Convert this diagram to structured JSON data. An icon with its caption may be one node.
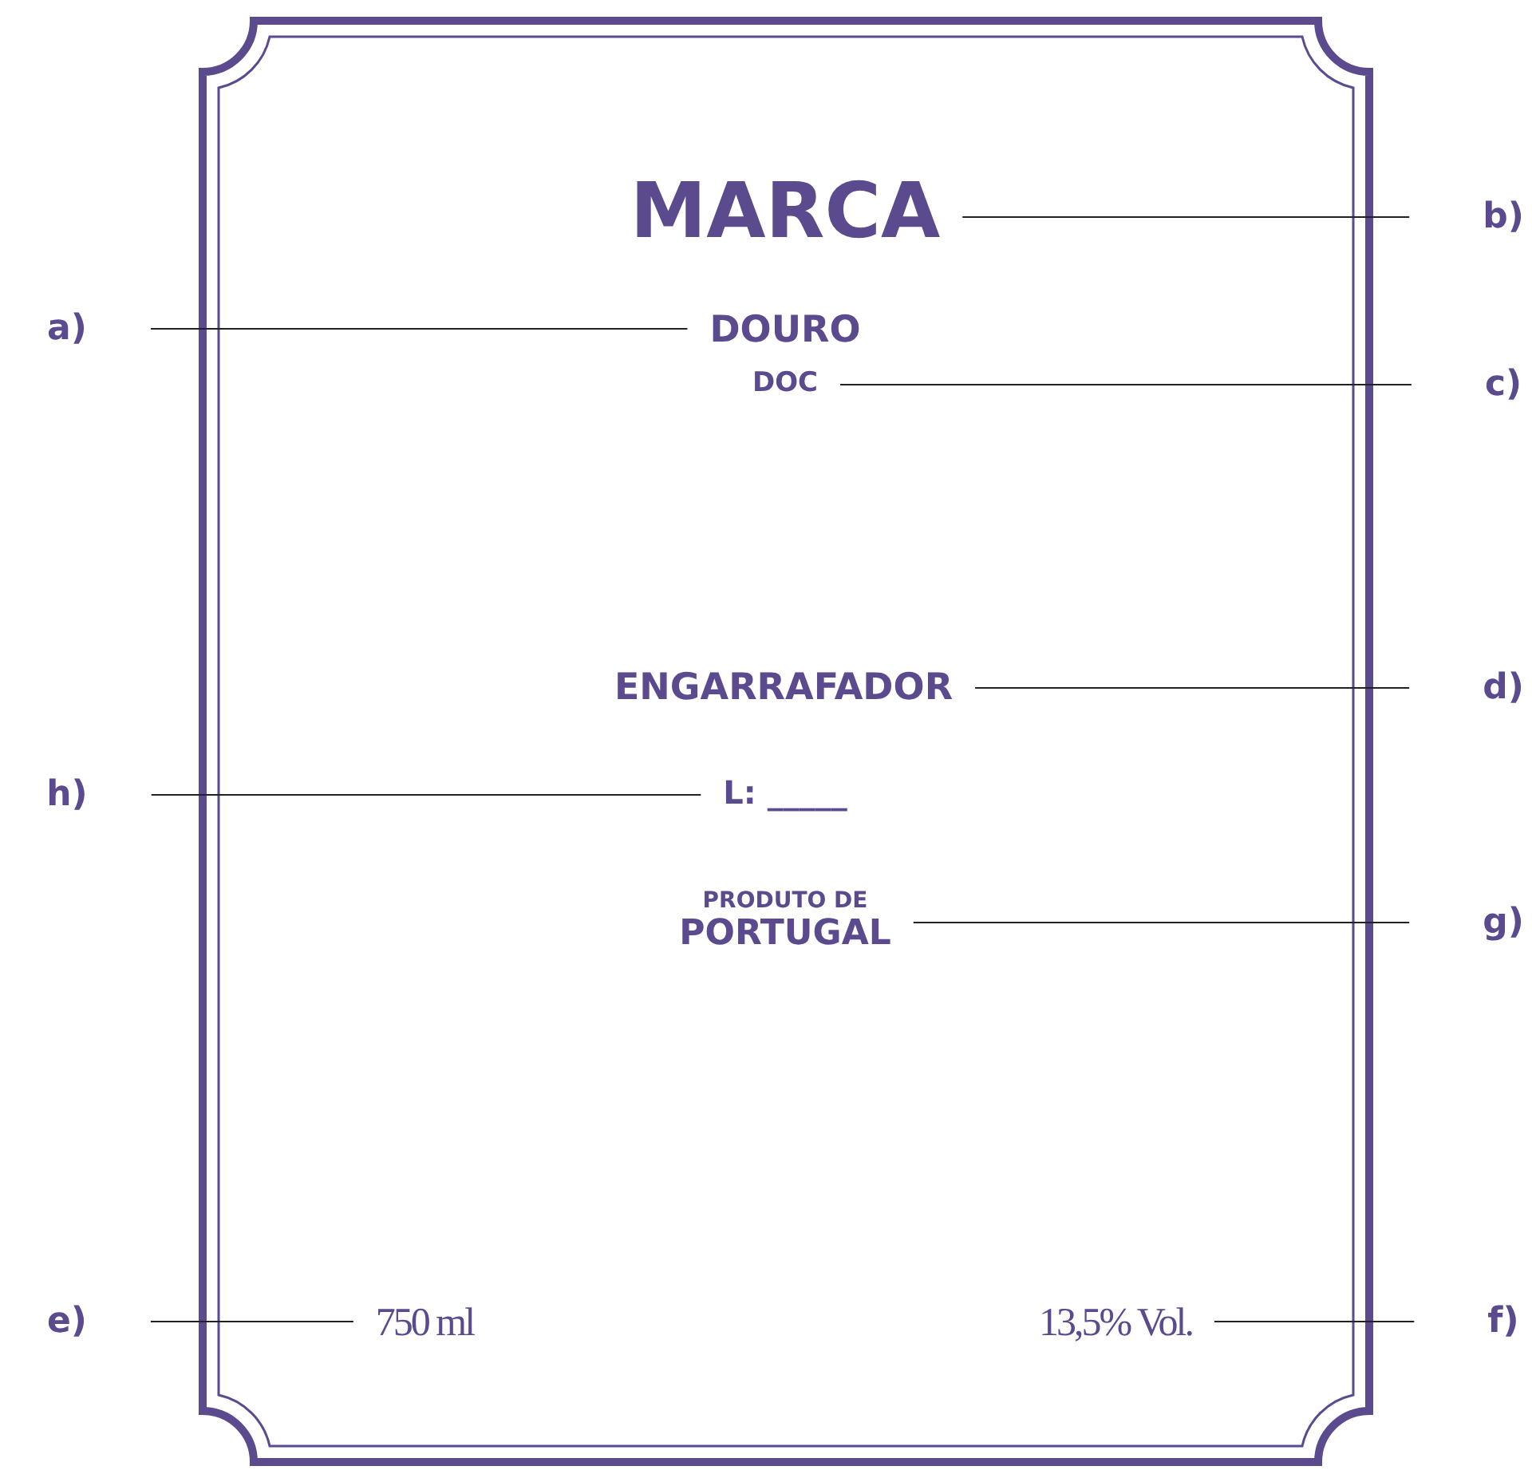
{
  "diagram": {
    "nodes": [
      {
        "text": [
          "MARCA"
        ]
      },
      {
        "text": [
          "b)"
        ]
      },
      {
        "text": [
          "a)"
        ]
      },
      {
        "text": [
          "DOURO"
        ]
      },
      {
        "text": [
          "DOC"
        ]
      },
      {
        "text": [
          "c)"
        ]
      },
      {
        "text": [
          "ENGARRAFADOR"
        ]
      },
      {
        "text": [
          "d)"
        ]
      },
      {
        "text": [
          "h)"
        ]
      },
      {
        "text": [
          "L: _____"
        ]
      },
      {
        "text": [
          "PRODUTO DE",
          "PORTUGAL"
        ]
      },
      {
        "text": [
          "g)"
        ]
      },
      {
        "text": [
          "e)"
        ]
      },
      {
        "text": [
          "750 ml"
        ]
      },
      {
        "text": [
          "13,5% Vol."
        ]
      },
      {
        "text": [
          "f)"
        ]
      }
    ],
    "edges": [
      {
        "from": 1,
        "to": 0,
        "arrow": "none"
      },
      {
        "from": 2,
        "to": 3,
        "arrow": "none"
      },
      {
        "from": 5,
        "to": 4,
        "arrow": "none"
      },
      {
        "from": 7,
        "to": 6,
        "arrow": "none"
      },
      {
        "from": 8,
        "to": 9,
        "arrow": "none"
      },
      {
        "from": 11,
        "to": 10,
        "arrow": "none"
      },
      {
        "from": 12,
        "to": 13,
        "arrow": "none"
      },
      {
        "from": 15,
        "to": 14,
        "arrow": "none"
      }
    ]
  }
}
